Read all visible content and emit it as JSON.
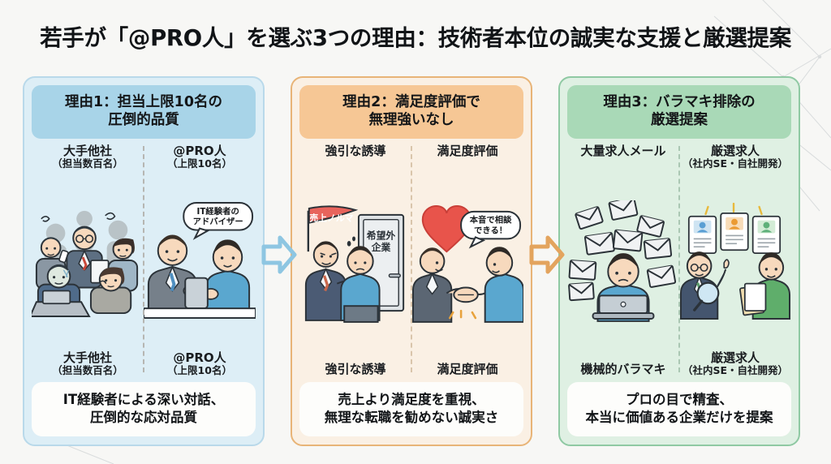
{
  "title": "若手が「@PRO人」を選ぶ3つの理由：技術者本位の誠実な支援と厳選提案",
  "colors": {
    "panel1_bg": "#ddeef6",
    "panel1_head": "#a8d4e8",
    "panel1_border": "#b9d9ea",
    "panel2_bg": "#faf0e4",
    "panel2_head": "#f6c795",
    "panel2_border": "#e8b477",
    "panel3_bg": "#dff0e3",
    "panel3_head": "#a9d9b7",
    "panel3_border": "#8fc9a3",
    "arrow1": "#8ec6e2",
    "arrow2": "#e3a45e",
    "heart": "#e8544b",
    "flag": "#e8645c"
  },
  "panels": [
    {
      "header": "理由1：担当上限10名の\n圧倒的品質",
      "header_line1": "理由1：担当上限10名の",
      "header_line2": "圧倒的品質",
      "left": {
        "top_main": "大手他社",
        "top_sub": "（担当数百名）",
        "bottom_main": "大手他社",
        "bottom_sub": "（担当数百名）",
        "art": "stressed-office-crowd"
      },
      "right": {
        "top_main": "@PRO人",
        "top_sub": "（上限10名）",
        "bottom_main": "@PRO人",
        "bottom_sub": "（上限10名）",
        "art": "advisor-consultation",
        "bubble_line1": "IT経験者の",
        "bubble_line2": "アドバイザー"
      },
      "footer_line1": "IT経験者による深い対話、",
      "footer_line2": "圧倒的な応対品質"
    },
    {
      "header": "理由2：満足度評価で\n無理強いなし",
      "header_line1": "理由2：満足度評価で",
      "header_line2": "無理強いなし",
      "left": {
        "top_main": "強引な誘導",
        "top_sub": "",
        "bottom_main": "強引な誘導",
        "bottom_sub": "",
        "art": "pushy-recruiter-door",
        "flag_label": "売上ノルマ",
        "door_line1": "希望外",
        "door_line2": "企業"
      },
      "right": {
        "top_main": "満足度評価",
        "top_sub": "",
        "bottom_main": "満足度評価",
        "bottom_sub": "",
        "art": "handshake-satisfaction",
        "bubble_line1": "本音で相談",
        "bubble_line2": "できる！"
      },
      "footer_line1": "売上より満足度を重視、",
      "footer_line2": "無理な転職を勧めない誠実さ"
    },
    {
      "header": "理由3：バラマキ排除の\n厳選提案",
      "header_line1": "理由3：バラマキ排除の",
      "header_line2": "厳選提案",
      "left": {
        "top_main": "大量求人メール",
        "top_sub": "",
        "bottom_main": "機械的バラマキ",
        "bottom_sub": "",
        "art": "mail-flood-laptop"
      },
      "right": {
        "top_main": "厳選求人",
        "top_sub": "（社内SE・自社開発）",
        "bottom_main": "厳選求人",
        "bottom_sub": "（社内SE・自社開発）",
        "art": "curated-job-cards"
      },
      "footer_line1": "プロの目で精査、",
      "footer_line2": "本当に価値ある企業だけを提案"
    }
  ],
  "arrows": [
    {
      "name": "arrow-panel1-to-panel2",
      "direction": "right"
    },
    {
      "name": "arrow-panel2-to-panel3",
      "direction": "right"
    }
  ]
}
